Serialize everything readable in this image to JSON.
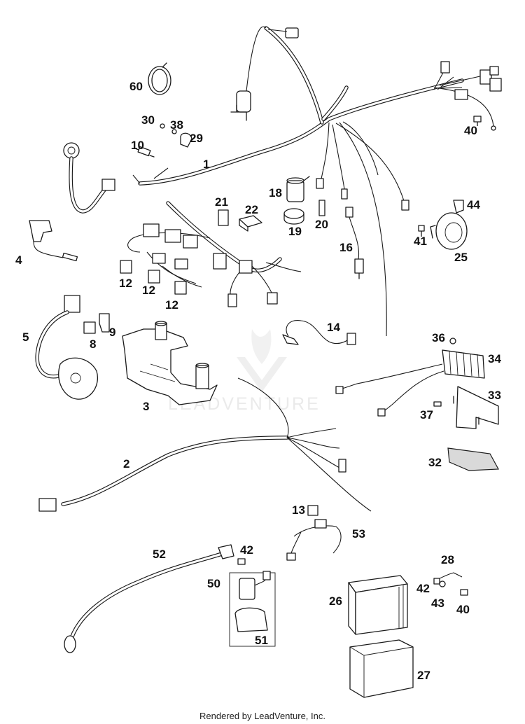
{
  "watermark": "LEADVENTURE",
  "footer": "Rendered by LeadVenture, Inc.",
  "callouts": [
    "1",
    "2",
    "3",
    "4",
    "5",
    "8",
    "9",
    "10",
    "12",
    "12",
    "12",
    "13",
    "14",
    "16",
    "18",
    "19",
    "20",
    "21",
    "22",
    "25",
    "26",
    "27",
    "28",
    "29",
    "30",
    "32",
    "33",
    "34",
    "36",
    "37",
    "38",
    "40",
    "40",
    "41",
    "42",
    "42",
    "43",
    "44",
    "50",
    "51",
    "52",
    "53",
    "60"
  ],
  "colors": {
    "line": "#1a1a1a",
    "background": "#ffffff",
    "watermark": "#e8e8e8"
  }
}
